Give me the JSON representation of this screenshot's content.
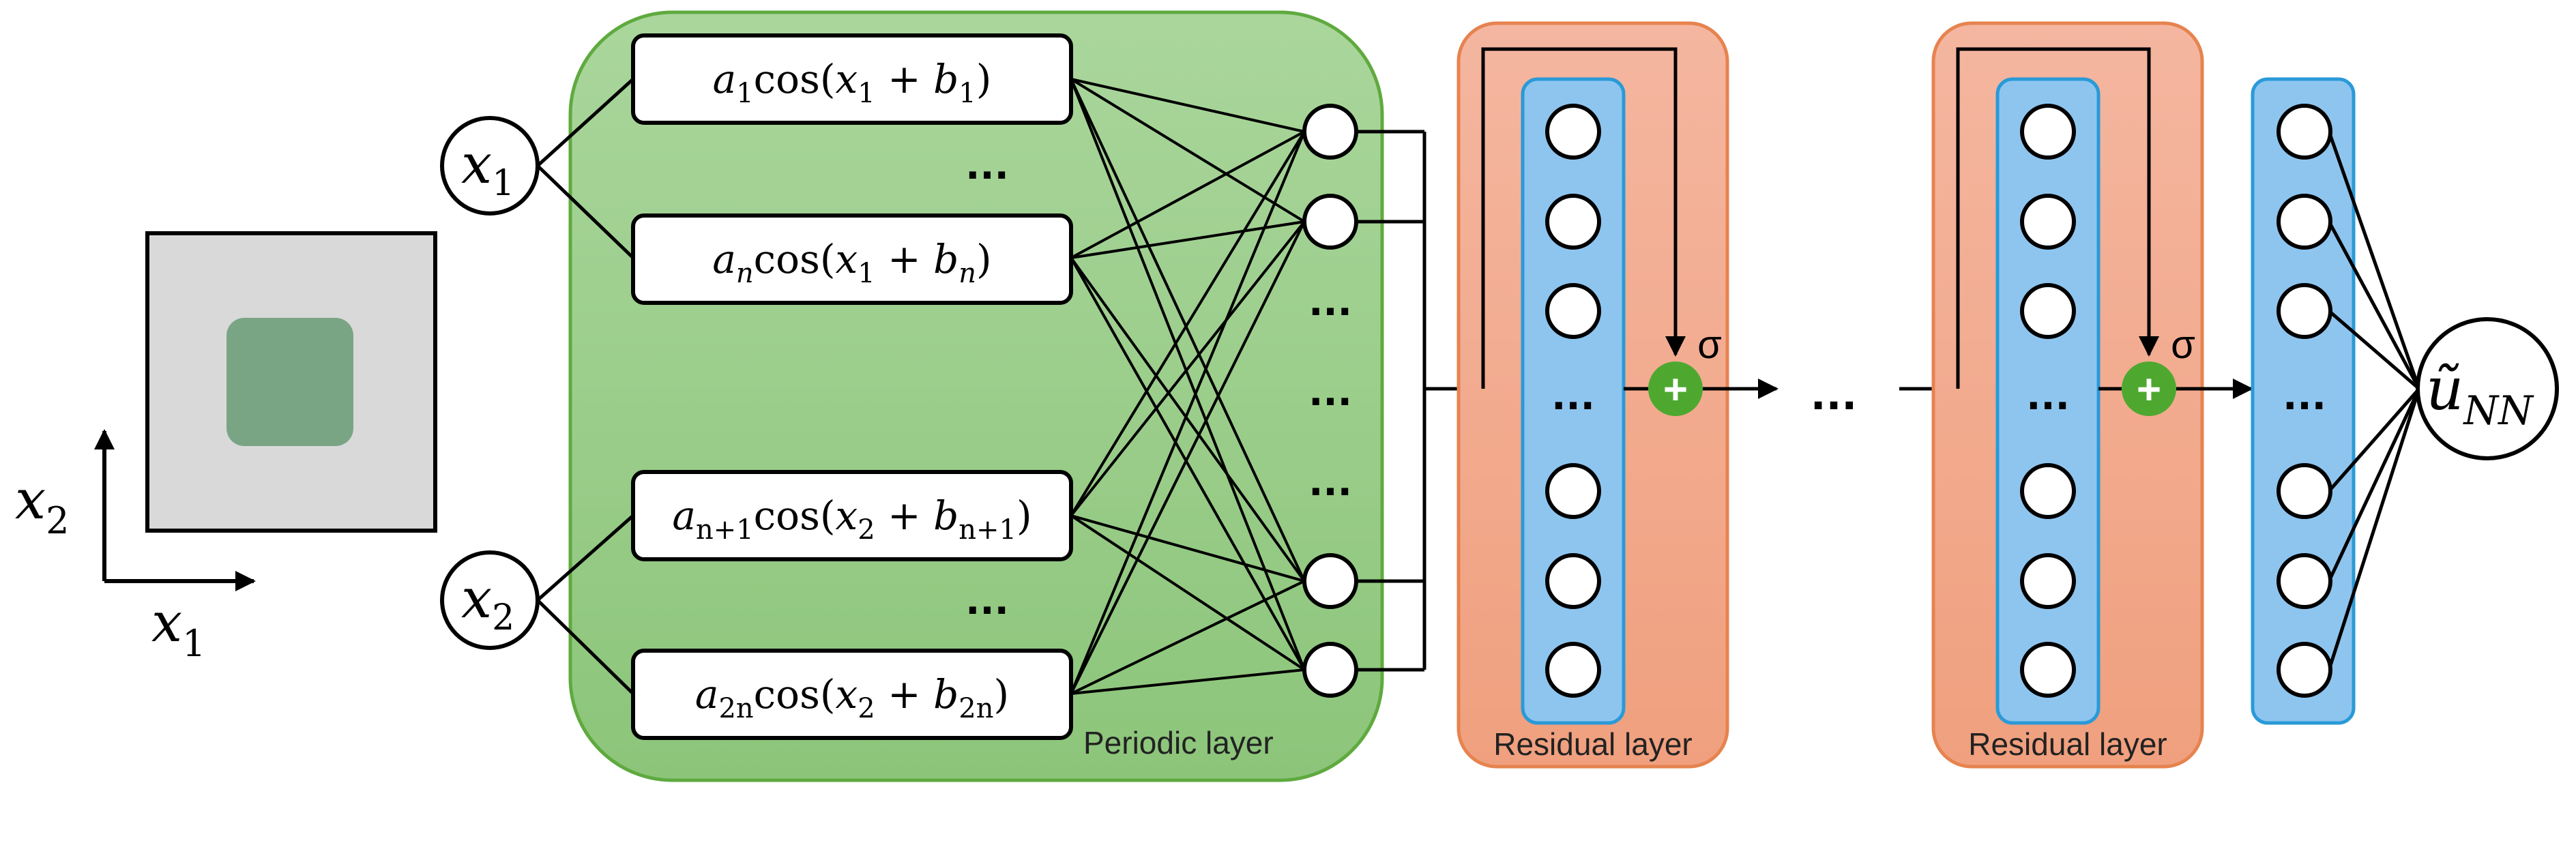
{
  "colors": {
    "periodic_fill": "#a8d59a",
    "periodic_stroke": "#5faa3f",
    "residual_fill": "#f3aa90",
    "residual_stroke": "#e6834f",
    "column_fill": "#8ec5ef",
    "column_stroke": "#2a9ad8",
    "domain_fill": "#d9d9d9",
    "subdomain_fill": "#7aa585",
    "plus_fill": "#4ea830"
  },
  "domain": {
    "x1_label": "x",
    "x1_sub": "1",
    "x2_label": "x",
    "x2_sub": "2"
  },
  "inputs": [
    {
      "label": "x",
      "sub": "1"
    },
    {
      "label": "x",
      "sub": "2"
    }
  ],
  "periodic_layer": {
    "label": "Periodic layer",
    "boxes": [
      {
        "a_sub": "1",
        "x_sub": "1",
        "b_sub": "1"
      },
      {
        "a_sub": "n",
        "x_sub": "1",
        "b_sub": "n"
      },
      {
        "a_sub": "n+1",
        "x_sub": "2",
        "b_sub": "n+1"
      },
      {
        "a_sub": "2n",
        "x_sub": "2",
        "b_sub": "2n"
      }
    ],
    "ellipsis": "..."
  },
  "residual_layers": [
    {
      "label": "Residual layer",
      "activation": "σ",
      "plus": "+"
    },
    {
      "label": "Residual layer",
      "activation": "σ",
      "plus": "+"
    }
  ],
  "between_ellipsis": "...",
  "column_ellipsis": "...",
  "output": {
    "symbol": "ũ",
    "sub": "NN"
  }
}
